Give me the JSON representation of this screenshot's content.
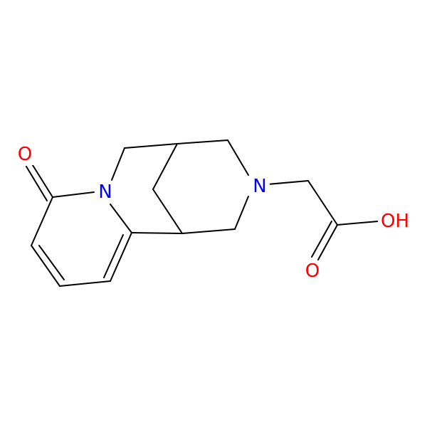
{
  "colors": {
    "background": "#FFFFFF",
    "bond": "#000000",
    "nitrogen": "#0000FF",
    "oxygen": "#FF0000"
  },
  "atoms": {
    "carbonyl_oxygen": {
      "label": "O",
      "element": "O"
    },
    "ring_nitrogen_amide": {
      "label": "N",
      "element": "N"
    },
    "ring_nitrogen_amine": {
      "label": "N",
      "element": "N"
    },
    "hydroxyl_group": {
      "label": "OH",
      "element": "O"
    },
    "acid_carbonyl_oxygen": {
      "label": "O",
      "element": "O"
    }
  }
}
